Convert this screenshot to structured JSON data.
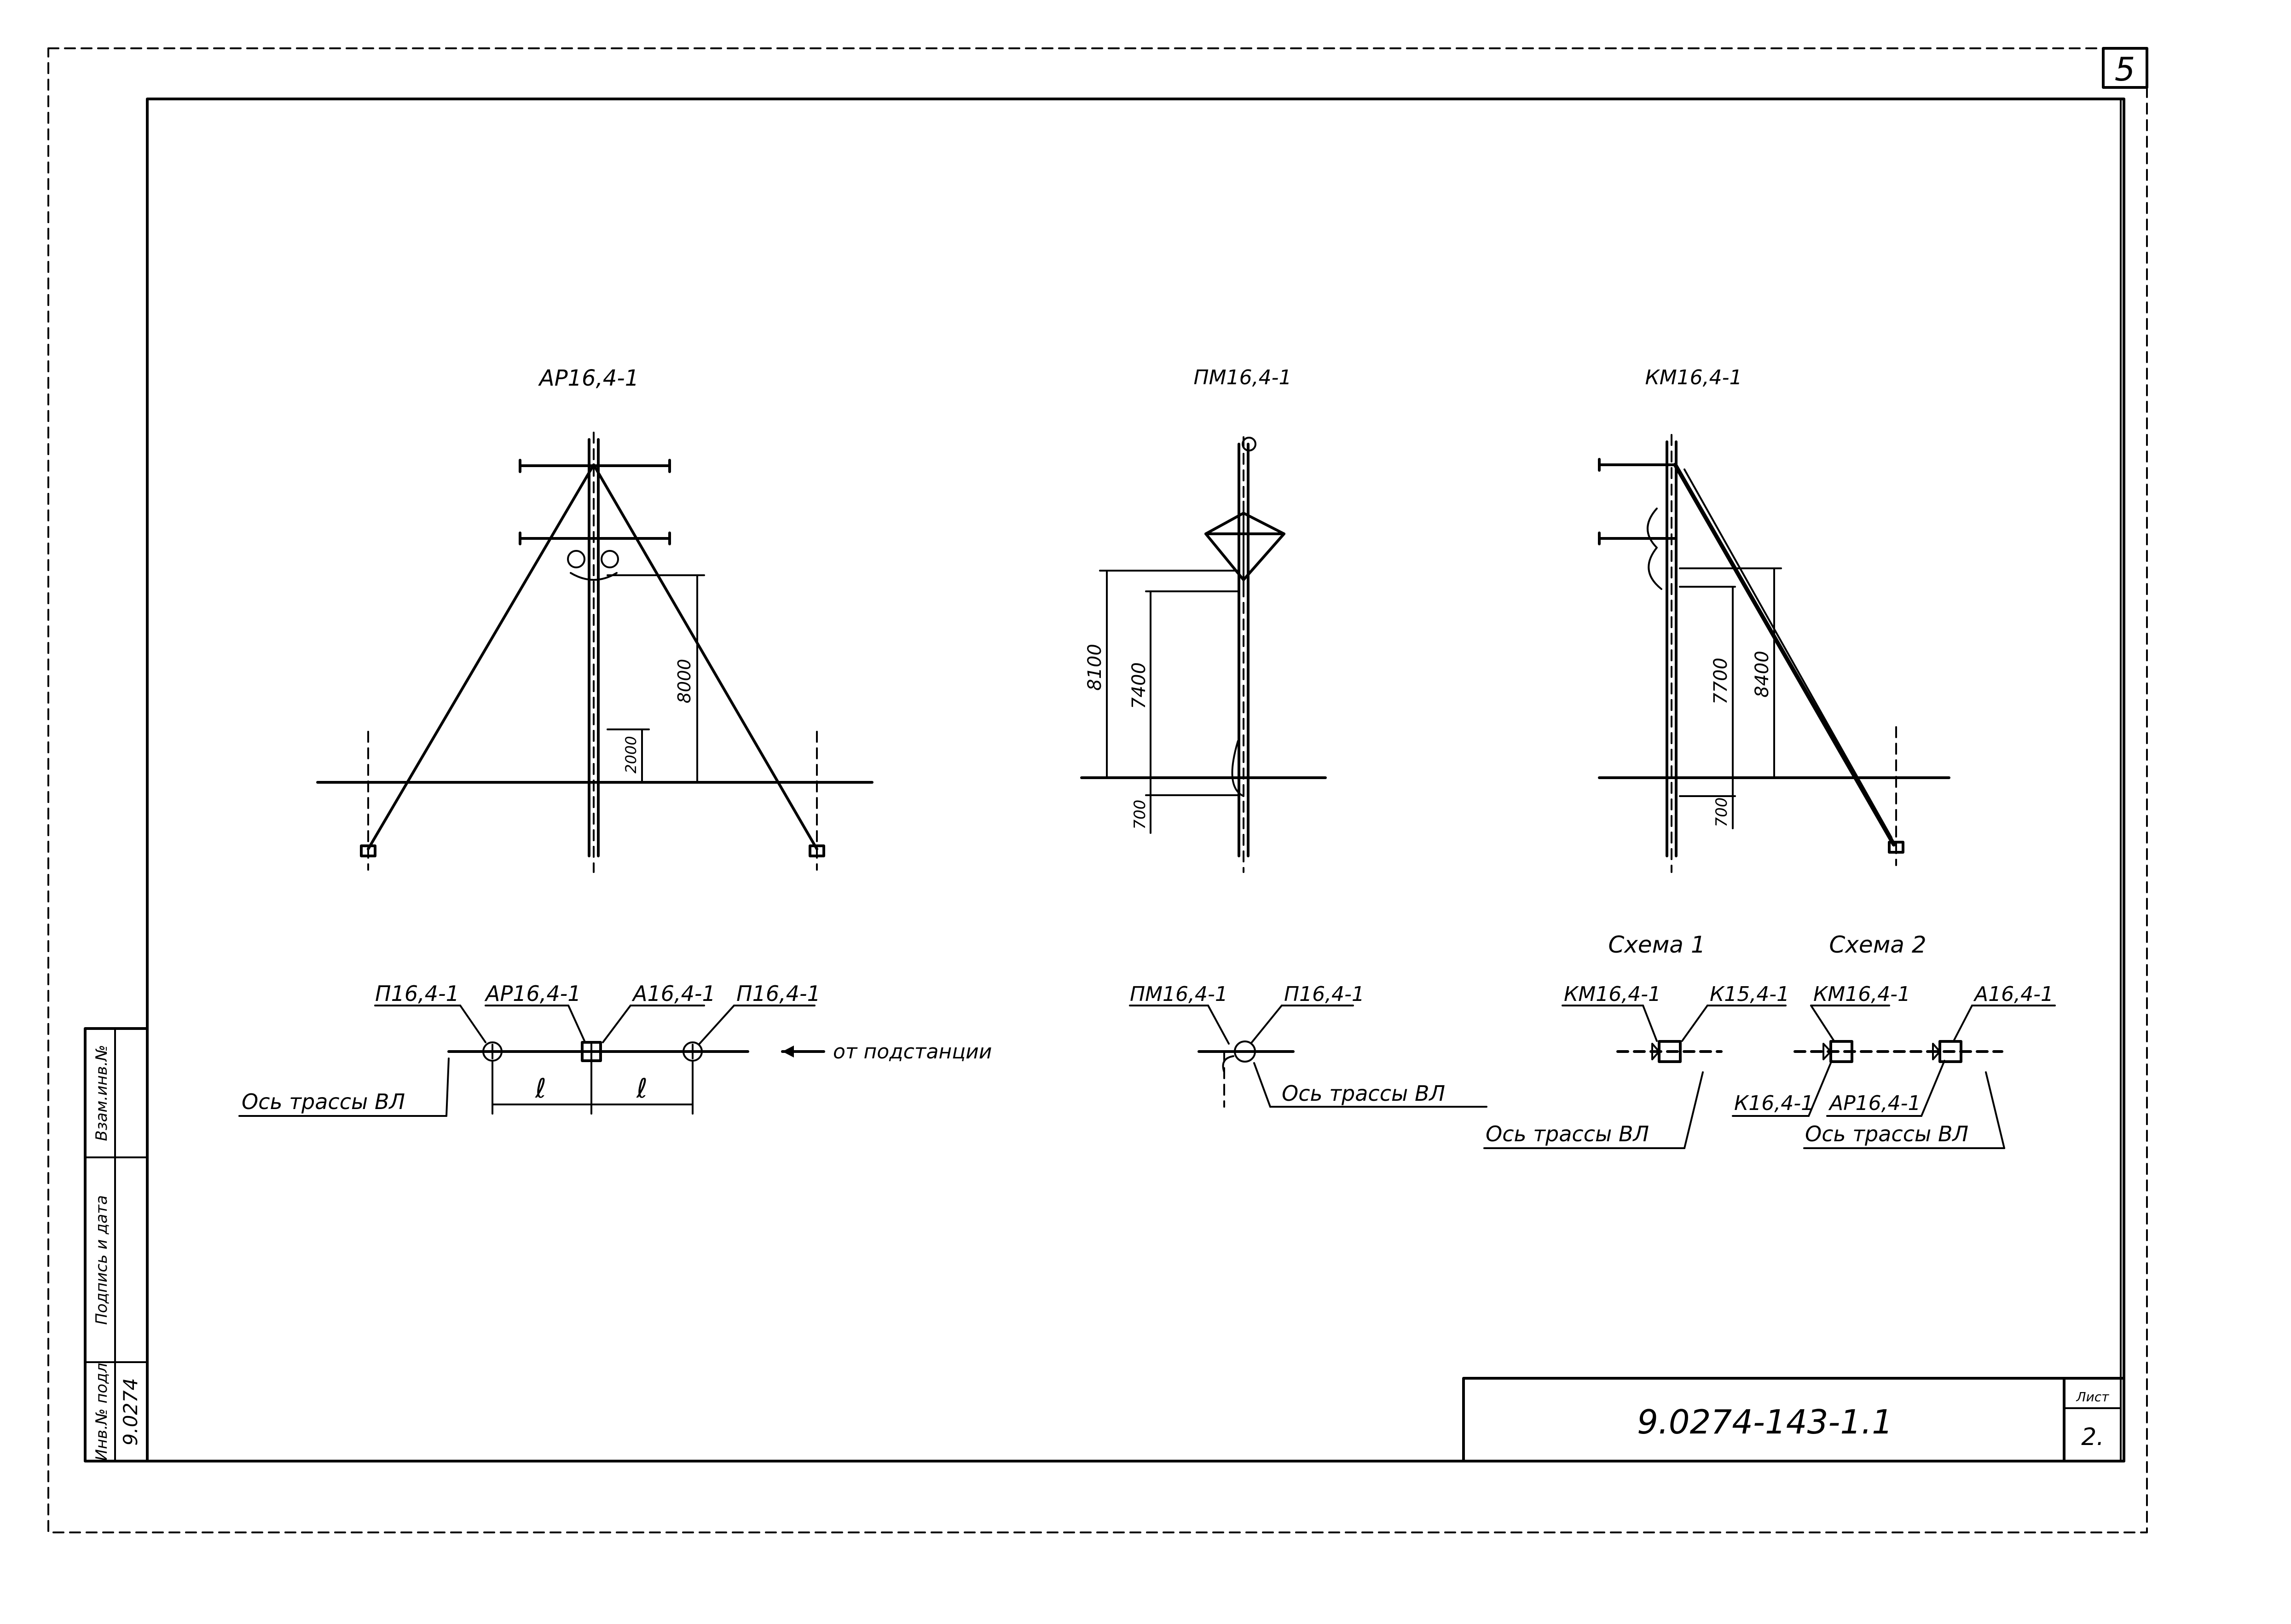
{
  "sheet_number": "5",
  "supports": {
    "ar": {
      "title": "АР16,4-1",
      "dim_8000": "8000",
      "dim_2000": "2000"
    },
    "pm": {
      "title": "ПМ16,4-1",
      "dim_8100": "8100",
      "dim_7400": "7400",
      "dim_700": "700"
    },
    "km": {
      "title": "КМ16,4-1",
      "dim_7700": "7700",
      "dim_8400": "8400",
      "dim_700": "700"
    }
  },
  "plan_ar": {
    "p1": "П16,4-1",
    "ar": "АР16,4-1",
    "a": "А16,4-1",
    "p2": "П16,4-1",
    "span_left": "ℓ",
    "span_right": "ℓ",
    "from_substation": "от подстанции",
    "axis": "Ось трассы ВЛ"
  },
  "plan_pm": {
    "pm": "ПМ16,4-1",
    "p": "П16,4-1",
    "axis": "Ось трассы ВЛ"
  },
  "scheme1": {
    "title": "Схема 1",
    "km": "КМ16,4-1",
    "k": "К15,4-1",
    "axis": "Ось трассы ВЛ"
  },
  "scheme2": {
    "title": "Схема 2",
    "km": "КМ16,4-1",
    "a": "А16,4-1",
    "k": "К16,4-1",
    "ar": "АР16,4-1",
    "axis": "Ось трассы ВЛ"
  },
  "side_stamp": {
    "col1": "Инв.№ подл",
    "col2": "Подпись и дата",
    "col3": "Взам.инв.№",
    "inv_number": "9.0274"
  },
  "title_block": {
    "doc_code": "9.0274-143-1.1",
    "sheet_label": "Лист",
    "sheet_value": "2."
  }
}
